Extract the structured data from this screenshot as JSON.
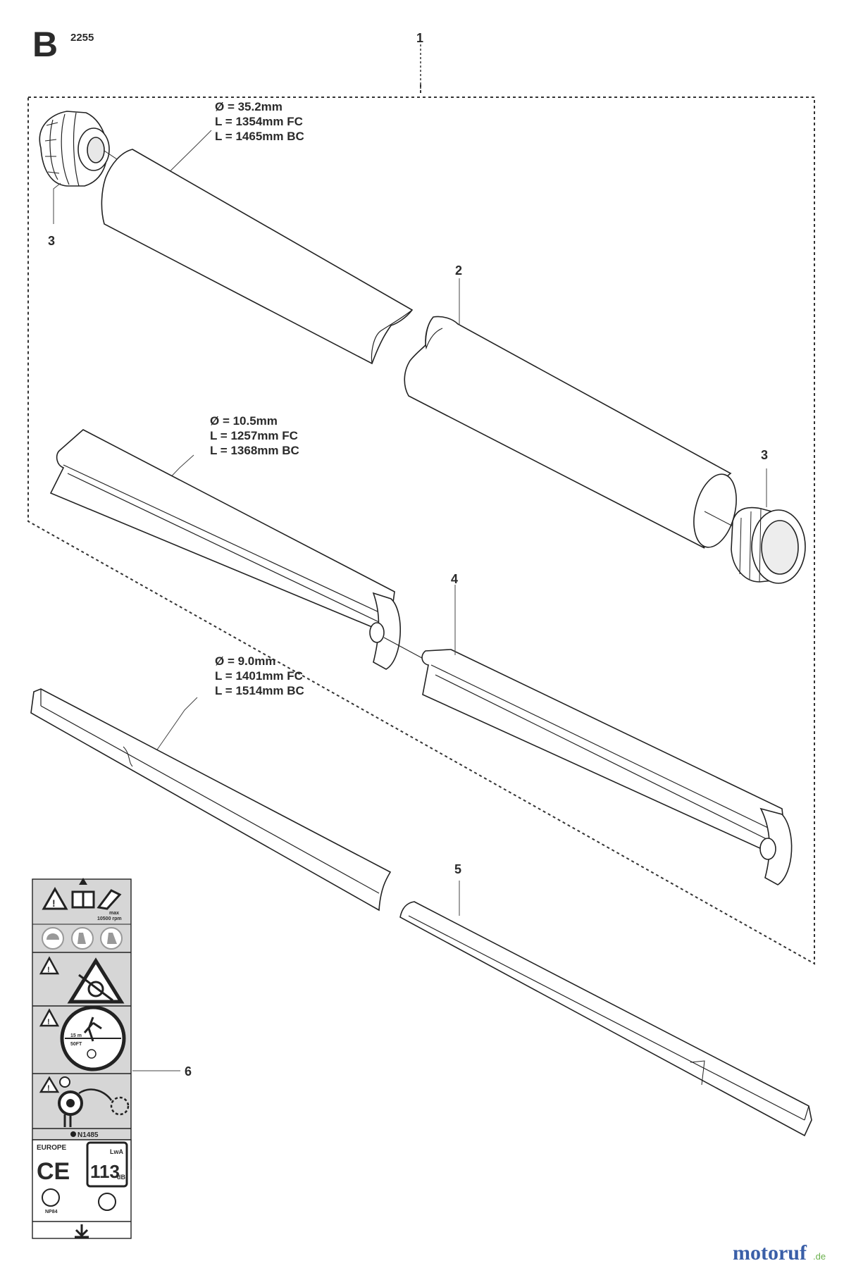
{
  "header": {
    "section_letter": "B",
    "model": "2255"
  },
  "callouts": {
    "assembly": "1",
    "tube": "2",
    "end_cap_left": "3",
    "end_cap_right": "3",
    "drive_shaft_liner": "4",
    "drive_shaft": "5",
    "decal": "6"
  },
  "specs": {
    "tube": {
      "diameter": "Ø = 35.2mm",
      "length_fc": "L = 1354mm FC",
      "length_bc": "L = 1465mm BC"
    },
    "liner": {
      "diameter": "Ø = 10.5mm",
      "length_fc": "L = 1257mm FC",
      "length_bc": "L = 1368mm BC"
    },
    "shaft": {
      "diameter": "Ø = 9.0mm",
      "length_fc": "L = 1401mm FC",
      "length_bc": "L = 1514mm BC"
    }
  },
  "decal": {
    "max_label": "max",
    "rpm": "10500 rpm",
    "distance_m": "15 m",
    "distance_ft": "50FT",
    "code": "N1485",
    "region": "EUROPE",
    "ce_mark": "CE",
    "lwa": "LwA",
    "sound_level": "113",
    "sound_unit": "dB",
    "pct_code": "NP84"
  },
  "watermark": {
    "brand": "motoruf",
    "tld": ".de",
    "brand_color": "#3a5fa8",
    "accent_color": "#6ab04c"
  }
}
